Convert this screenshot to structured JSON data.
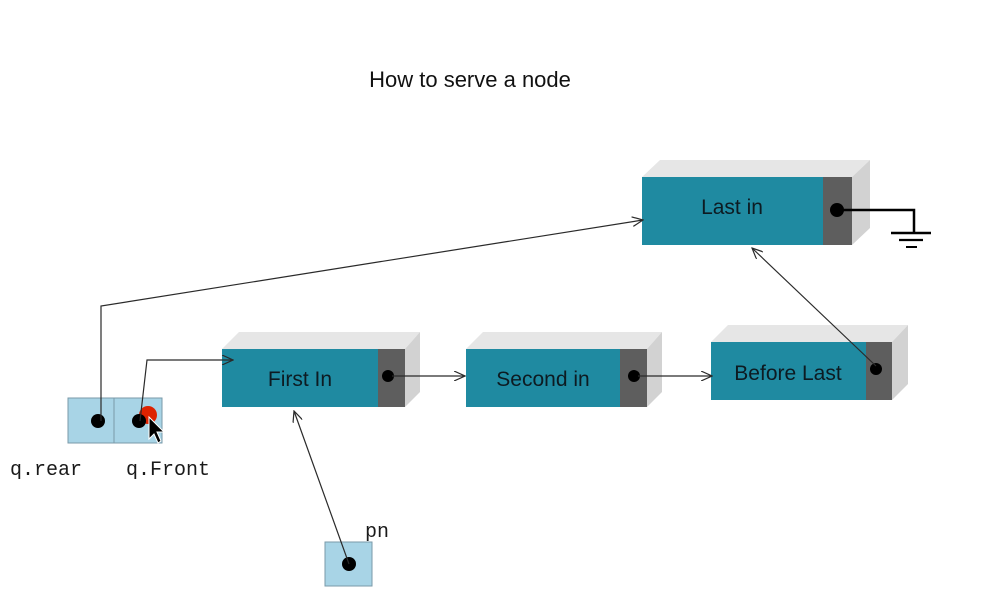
{
  "title": "How to serve a node",
  "nodes": {
    "first": {
      "label": "First In"
    },
    "second": {
      "label": "Second in"
    },
    "before_last": {
      "label": "Before Last"
    },
    "last": {
      "label": "Last in"
    }
  },
  "pointers": {
    "rear": {
      "label": "q.rear"
    },
    "front": {
      "label": "q.Front"
    },
    "pn": {
      "label": "pn"
    }
  },
  "colors": {
    "node_face": "#1f8aa1",
    "node_top": "#e6e6e6",
    "node_side": "#d2d2d2",
    "pointer_cell_face": "#5e5e5e",
    "pointer_box": "#a8d4e6",
    "cursor_highlight": "#dd2200"
  },
  "icons": {
    "ground": "ground-symbol-icon",
    "cursor": "mouse-cursor-icon"
  }
}
